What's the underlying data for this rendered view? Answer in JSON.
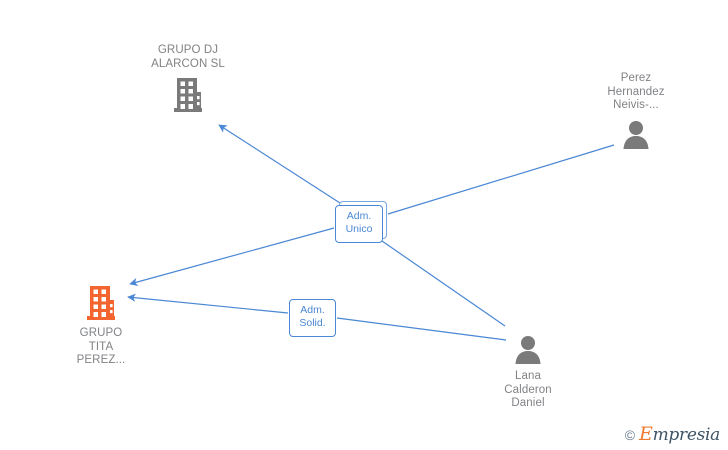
{
  "graph": {
    "background_color": "#ffffff",
    "edge_color": "#4a87d4",
    "company_color": "#7a7a7a",
    "company_highlight_color": "#f4642e",
    "person_color": "#7a7a7a",
    "label_text_color": "#808285",
    "nodes": [
      {
        "id": "grupo-dj-alarcon",
        "type": "company",
        "label": "GRUPO DJ\nALARCON  SL",
        "icon": "building-icon",
        "color": "#7a7a7a"
      },
      {
        "id": "grupo-tita-perez",
        "type": "company",
        "label": "GRUPO\nTITA\nPEREZ...",
        "icon": "building-icon",
        "color": "#f4642e"
      },
      {
        "id": "perez-hernandez-neivis",
        "type": "person",
        "label": "Perez\nHernandez\nNeivis-...",
        "icon": "person-icon",
        "color": "#7a7a7a"
      },
      {
        "id": "lana-calderon-daniel",
        "type": "person",
        "label": "Lana\nCalderon\nDaniel",
        "icon": "person-icon",
        "color": "#7a7a7a"
      }
    ],
    "relations": [
      {
        "id": "adm-unico",
        "label": "Adm.\nUnico",
        "stacked": true,
        "connects_to": [
          "grupo-dj-alarcon",
          "grupo-tita-perez",
          "perez-hernandez-neivis",
          "lana-calderon-daniel"
        ]
      },
      {
        "id": "adm-solid",
        "label": "Adm.\nSolid.",
        "stacked": false,
        "connects_to": [
          "grupo-tita-perez",
          "lana-calderon-daniel"
        ]
      }
    ]
  },
  "watermark": {
    "copyright": "©",
    "brand_first_letter": "E",
    "brand_rest": "mpresia"
  }
}
